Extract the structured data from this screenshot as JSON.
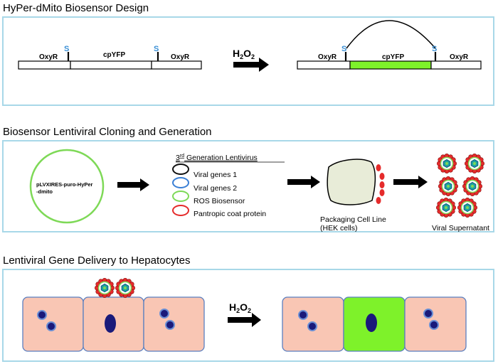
{
  "sections": {
    "design_title": "HyPer-dMito Biosensor Design",
    "cloning_title": "Biosensor Lentiviral Cloning and Generation",
    "delivery_title": "Lentiviral Gene Delivery to Hepatocytes"
  },
  "design": {
    "left": {
      "oxyr_1": "OxyR",
      "cpyfp": "cpYFP",
      "oxyr_2": "OxyR",
      "s_1": "S",
      "s_2": "S"
    },
    "arrow_label_main": "H",
    "arrow_label_sub": "2",
    "arrow_label_o": "O",
    "arrow_label_sub2": "2",
    "right": {
      "oxyr_1": "OxyR",
      "cpyfp": "cpYFP",
      "oxyr_2": "OxyR",
      "s_1": "S",
      "s_2": "S"
    }
  },
  "cloning": {
    "plasmid_line1": "pLVXIRES-puro-HyPer",
    "plasmid_line2": "-dmito",
    "legend_title_num": "3",
    "legend_title_sup": "rd",
    "legend_title_rest": " Generation Lentivirus",
    "legend_items": [
      {
        "label": "Viral genes 1",
        "color": "#111111"
      },
      {
        "label": "Viral genes 2",
        "color": "#3a7fd5"
      },
      {
        "label": "ROS Biosensor",
        "color": "#7ed957"
      },
      {
        "label": "Pantropic coat protein",
        "color": "#e52b2b"
      }
    ],
    "packaging_line1": "Packaging Cell Line",
    "packaging_line2": "(HEK cells)",
    "supernatant_label": "Viral Supernatant"
  },
  "delivery": {
    "arrow_label_main": "H",
    "arrow_label_sub": "2",
    "arrow_label_o": "O",
    "arrow_label_sub2": "2"
  },
  "colors": {
    "panel_border": "#a8d8e8",
    "cell_fill": "#f9c6b4",
    "cell_stroke": "#5a7fc0",
    "green": "#7ef22a",
    "nucleus": "#1a1a7a",
    "packaging_fill": "#e8ecd8"
  }
}
